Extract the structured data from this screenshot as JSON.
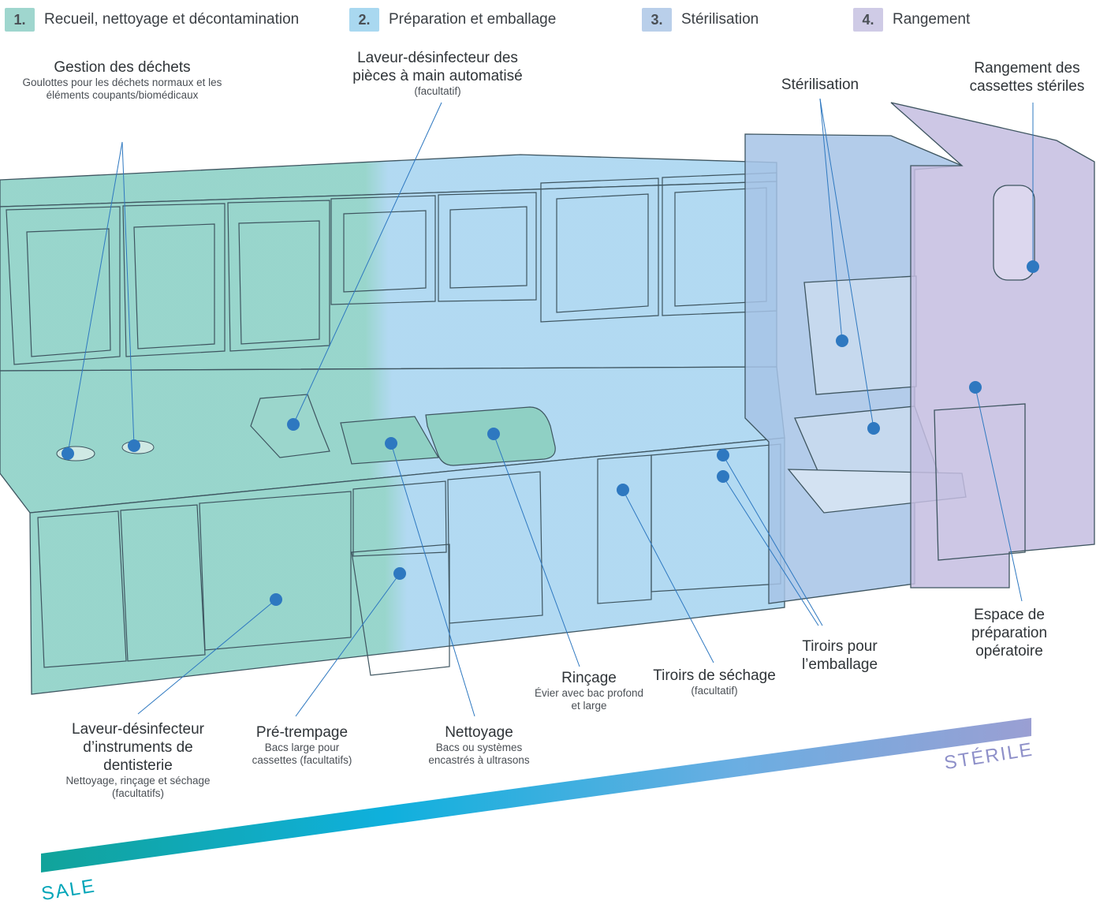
{
  "steps": [
    {
      "num": "1.",
      "label": "Recueil, nettoyage et décontamination",
      "color": "#9fd6ce"
    },
    {
      "num": "2.",
      "label": "Préparation et emballage",
      "color": "#a9d8f0"
    },
    {
      "num": "3.",
      "label": "Stérilisation",
      "color": "#b9cfea"
    },
    {
      "num": "4.",
      "label": "Rangement",
      "color": "#cfcbe6"
    }
  ],
  "labels": {
    "dechets": {
      "title": "Gestion des déchets",
      "sub": "Goulottes pour les déchets normaux et les éléments coupants/biomédicaux"
    },
    "laveur_pieces": {
      "title": "Laveur-désinfecteur des pièces à main automatisé",
      "sub": "(facultatif)"
    },
    "sterilisation": {
      "title": "Stérilisation"
    },
    "rangement": {
      "title": "Rangement des cassettes stériles"
    },
    "laveur_instruments": {
      "title": "Laveur-désinfecteur d’instruments de dentisterie",
      "sub": "Nettoyage, rinçage et séchage (facultatifs)"
    },
    "pretrempage": {
      "title": "Pré-trempage",
      "sub": "Bacs large pour cassettes (facultatifs)"
    },
    "nettoyage": {
      "title": "Nettoyage",
      "sub": "Bacs ou systèmes encastrés à ultrasons"
    },
    "rincage": {
      "title": "Rinçage",
      "sub": "Évier avec bac profond et large"
    },
    "sechage": {
      "title": "Tiroirs de séchage",
      "sub": "(facultatif)"
    },
    "emballage": {
      "title": "Tiroirs pour l’emballage"
    },
    "preparation": {
      "title": "Espace de préparation opératoire"
    }
  },
  "axis": {
    "dirty": "SALE",
    "sterile": "STÉRILE",
    "dirty_color": "#00a5b8",
    "sterile_color": "#8e90c9"
  },
  "colors": {
    "zone1": "#7fcbbf",
    "zone2": "#9fd0ef",
    "zone3": "#a6c3e6",
    "zone4": "#c4bde0",
    "dot": "#2e78c0",
    "line": "#2e78c0",
    "outline": "#3e5560"
  }
}
